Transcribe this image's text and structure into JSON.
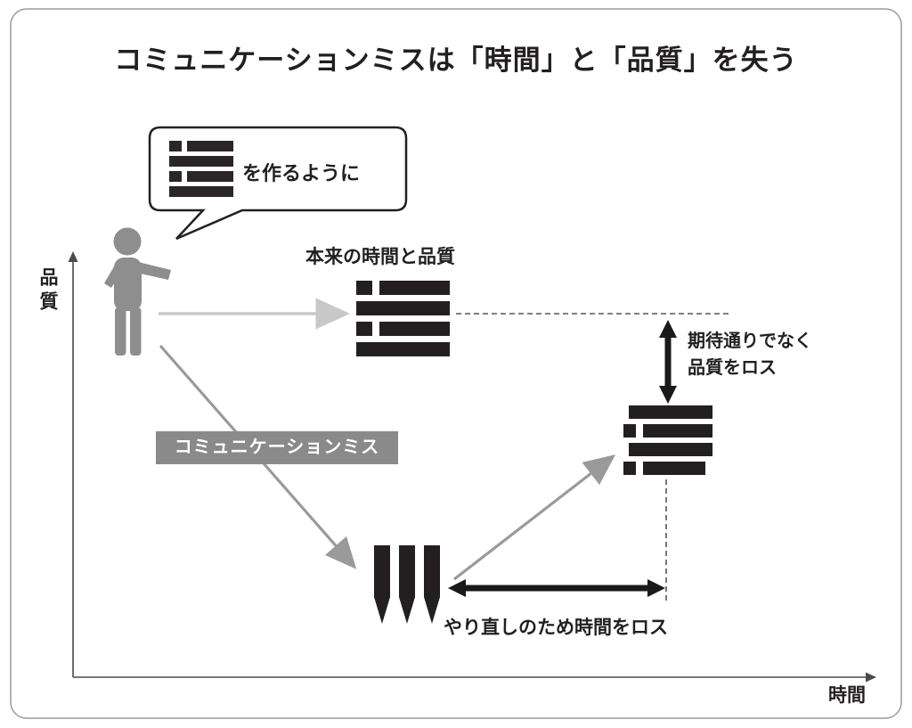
{
  "title": "コミュニケーションミスは「時間」と「品質」を失う",
  "speech_bubble": {
    "text": "を作るように",
    "icon": "document-list-icon"
  },
  "axes": {
    "y_label": "品質",
    "x_label": "時間"
  },
  "labels": {
    "original_quality": "本来の時間と品質",
    "miss_box": "コミュニケーションミス",
    "quality_loss_line1": "期待通りでなく",
    "quality_loss_line2": "品質をロス",
    "time_loss": "やり直しのため時間をロス"
  },
  "icons": {
    "speaker": "person-icon",
    "intended_output": "document-list-icon",
    "degraded_output": "document-list-icon",
    "rework": "pencil-icons"
  },
  "colors": {
    "ink": "#231f20",
    "gray": "#9a9a9a",
    "light_gray": "#c8c8c8",
    "box_gray": "#8a8a8a",
    "dash": "#555555",
    "border": "#9b9b9b"
  }
}
